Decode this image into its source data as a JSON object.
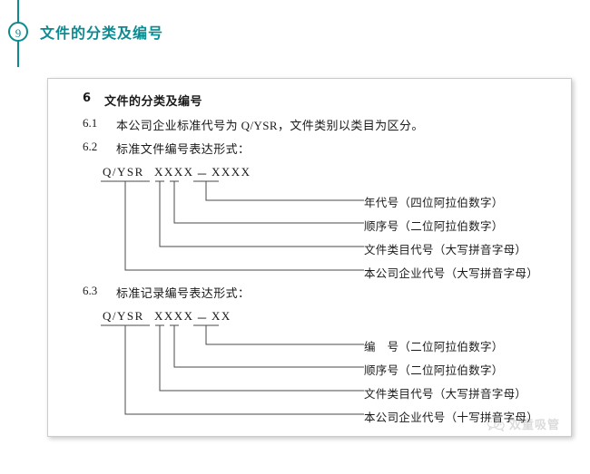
{
  "header": {
    "step_number": "9",
    "title": "文件的分类及编号",
    "accent_color": "#0d8a90"
  },
  "document": {
    "heading": {
      "number": "6",
      "text": "文件的分类及编号"
    },
    "clauses": [
      {
        "number": "6.1",
        "text": "本公司企业标准代号为 Q/YSR，文件类别以类目为区分。"
      },
      {
        "number": "6.2",
        "text": "标准文件编号表达形式："
      },
      {
        "number": "6.3",
        "text": "标准记录编号表达形式："
      }
    ],
    "diagrams": [
      {
        "id": "standard-document-number",
        "code_parts": {
          "prefix": "Q/YSR",
          "body": "XXXX",
          "dash": "－",
          "suffix": "XXXX"
        },
        "code_text": "Q/YSR  XXXX－XXXX",
        "callouts": [
          {
            "name": "年代号",
            "spec": "（四位阿拉伯数字）"
          },
          {
            "name": "顺序号",
            "spec": "（二位阿拉伯数字）"
          },
          {
            "name": "文件类目代号",
            "spec": "（大写拼音字母）"
          },
          {
            "name": "本公司企业代号",
            "spec": "（大写拼音字母）"
          }
        ]
      },
      {
        "id": "standard-record-number",
        "code_parts": {
          "prefix": "Q/YSR",
          "body": "XXXX",
          "dash": "－",
          "suffix": "XX"
        },
        "code_text": "Q/YSR  XXXX－XX",
        "callouts": [
          {
            "name": "编　号",
            "spec": "（二位阿拉伯数字）"
          },
          {
            "name": "顺序号",
            "spec": "（二位阿拉伯数字）"
          },
          {
            "name": "文件类目代号",
            "spec": "（大写拼音字母）"
          },
          {
            "name": "本公司企业代号",
            "spec": "（十写拼音字母）"
          }
        ]
      }
    ],
    "watermark": {
      "text": "双童吸管",
      "icon": "wechat-icon"
    }
  }
}
